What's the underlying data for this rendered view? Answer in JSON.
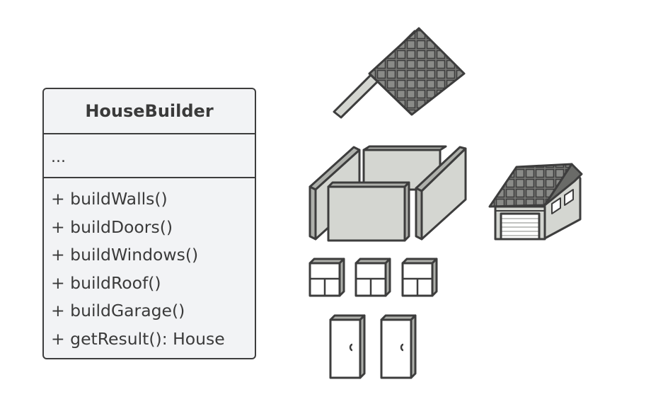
{
  "class_box": {
    "name": "HouseBuilder",
    "fields": "...",
    "methods": [
      "+ buildWalls()",
      "+ buildDoors()",
      "+ buildWindows()",
      "+ buildRoof()",
      "+ buildGarage()",
      "+ getResult(): House"
    ]
  },
  "illustrations": [
    {
      "name": "roof",
      "icon": "roof-icon"
    },
    {
      "name": "walls",
      "icon": "walls-icon"
    },
    {
      "name": "garage",
      "icon": "garage-icon"
    },
    {
      "name": "windows",
      "icon": "window-icon",
      "count": 3
    },
    {
      "name": "doors",
      "icon": "door-icon",
      "count": 2
    }
  ],
  "colors": {
    "outline": "#3d3d3d",
    "box_fill": "#f2f3f5",
    "wall_fill": "#d4d6d1",
    "roof_fill": "#7a7b78",
    "white": "#ffffff"
  }
}
